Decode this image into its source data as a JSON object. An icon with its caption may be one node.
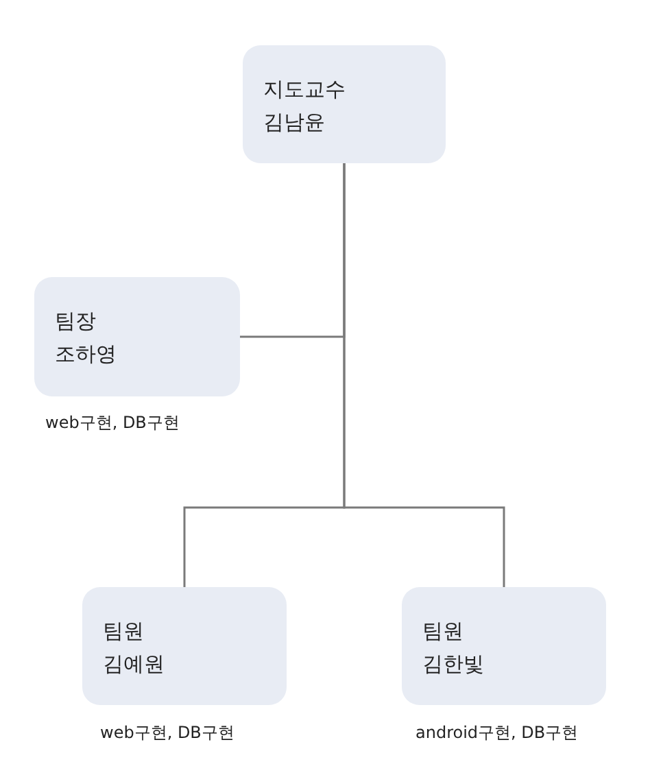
{
  "diagram": {
    "nodes": [
      {
        "text": [
          "지도교수",
          "김남윤"
        ]
      },
      {
        "text": [
          "팀장",
          "조하영"
        ],
        "beside": [
          "web구현, DB구현"
        ]
      },
      {
        "text": [
          "팀원",
          "김예원"
        ],
        "beside": [
          "web구현, DB구현"
        ]
      },
      {
        "text": [
          "팀원",
          "김한빛"
        ],
        "beside": [
          "android구현, DB구현"
        ]
      }
    ],
    "edges": [
      {
        "from": 0,
        "to": 1,
        "arrow": "none"
      },
      {
        "from": 0,
        "to": 2,
        "arrow": "none"
      },
      {
        "from": 0,
        "to": 3,
        "arrow": "none"
      }
    ]
  }
}
